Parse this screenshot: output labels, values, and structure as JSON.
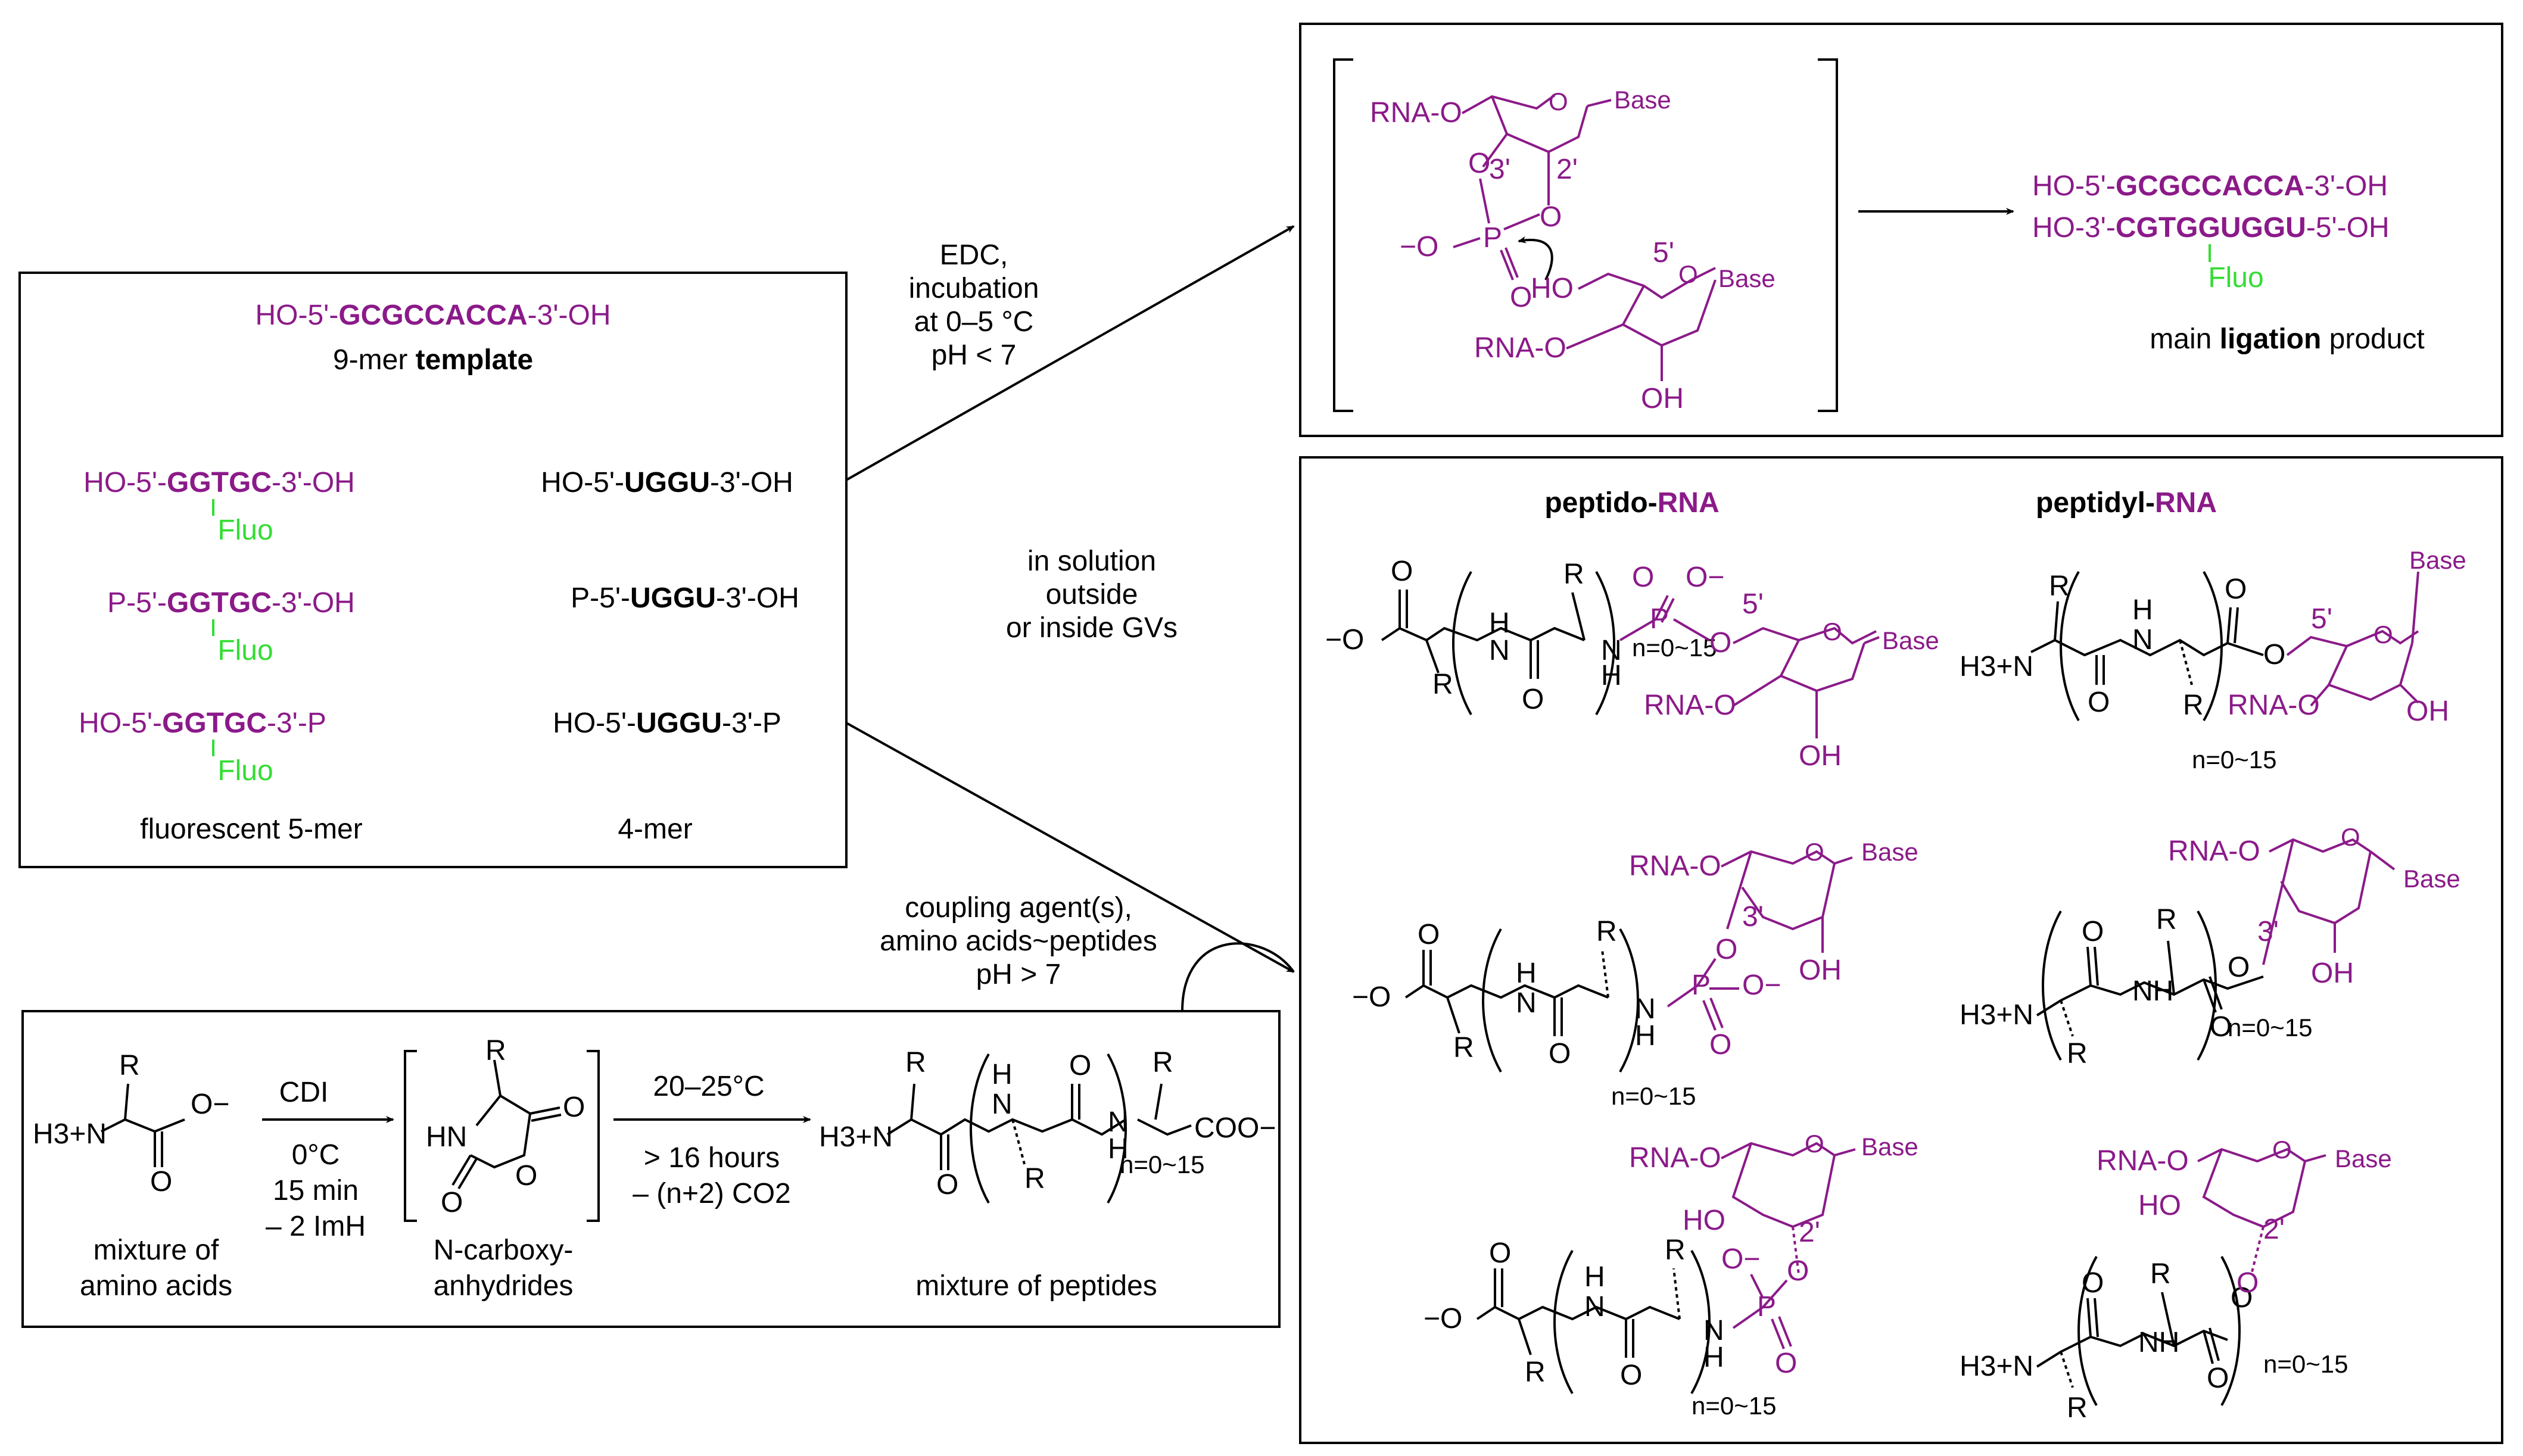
{
  "colors": {
    "rna": "#8b1a89",
    "fluo": "#33dd33",
    "text": "#000000"
  },
  "template_box": {
    "template_seq": {
      "prefix": "HO-5'-",
      "seq": "GCGCCACCA",
      "suffix": "-3'-OH"
    },
    "template_caption": {
      "pre": "9-mer ",
      "bold": "template"
    },
    "five_mers": [
      {
        "prefix": "HO-5'-",
        "seq": "GGTGC",
        "suffix": "-3'-OH",
        "fluo": "Fluo"
      },
      {
        "prefix": "P-5'-",
        "seq": "GGTGC",
        "suffix": "-3'-OH",
        "fluo": "Fluo"
      },
      {
        "prefix": "HO-5'-",
        "seq": "GGTGC",
        "suffix": "-3'-P",
        "fluo": "Fluo"
      }
    ],
    "four_mers": [
      {
        "prefix": "HO-5'-",
        "seq": "UGGU",
        "suffix": "-3'-OH"
      },
      {
        "prefix": "P-5'-",
        "seq": "UGGU",
        "suffix": "-3'-OH"
      },
      {
        "prefix": "HO-5'-",
        "seq": "UGGU",
        "suffix": "-3'-P"
      }
    ],
    "five_mer_caption": "fluorescent 5-mer",
    "four_mer_caption": "4-mer"
  },
  "conditions": {
    "ligation": [
      "EDC,",
      "incubation",
      "at 0–5 °C",
      "pH < 7"
    ],
    "solution": [
      "in solution",
      "outside",
      "or inside GVs"
    ],
    "coupling": [
      "coupling agent(s),",
      "amino acids~peptides",
      "pH > 7"
    ]
  },
  "ligation_box": {
    "intermediate_labels": {
      "rna_o_top": "RNA-O",
      "base_top": "Base",
      "o3": "O",
      "p3": "3'",
      "p2": "2'",
      "o2": "O",
      "p_minus": "−O",
      "p": "P",
      "o_double": "O",
      "p5": "5'",
      "ho": "HO",
      "base_bottom": "Base",
      "rna_o_bottom": "RNA-O",
      "oh": "OH"
    },
    "product_top": {
      "prefix": "HO-5'-",
      "seq": "GCGCCACCA",
      "suffix": "-3'-OH"
    },
    "product_bottom": {
      "prefix": "HO-3'-",
      "seq": "CGTGGUGGU",
      "suffix": "-5'-OH",
      "fluo": "Fluo"
    },
    "product_caption": {
      "pre": "main ",
      "bold": "ligation",
      "post": " product"
    }
  },
  "peptide_box": {
    "header_left": {
      "pre": "peptido-",
      "rna": "RNA"
    },
    "header_right": {
      "pre": "peptidyl-",
      "rna": "RNA"
    },
    "repeat": "n=0~15",
    "labels": {
      "o": "O",
      "o_minus": "−O",
      "minus_o": "O−",
      "r": "R",
      "h": "H",
      "n": "N",
      "p": "P",
      "base": "Base",
      "rna_o": "RNA-O",
      "oh": "OH",
      "ho": "HO",
      "p5": "5'",
      "p3": "3'",
      "p2": "2'",
      "h3n": "H3+N",
      "nh": "NH"
    }
  },
  "synthesis_box": {
    "reagent": "CDI",
    "cond1": [
      "0°C",
      "15 min",
      "– 2 ImH"
    ],
    "cond2_top": "20–25°C",
    "cond2": [
      "> 16 hours",
      "– (n+2) CO2"
    ],
    "caption_aa": [
      "mixture of",
      "amino acids"
    ],
    "caption_nca": [
      "N-carboxy-",
      "anhydrides"
    ],
    "caption_pep": "mixture of peptides",
    "labels": {
      "h3n": "H3+N",
      "r": "R",
      "o": "O",
      "o_minus": "O−",
      "hn": "HN",
      "h": "H",
      "n": "N",
      "coo": "COO−",
      "repeat": "n=0~15"
    }
  }
}
